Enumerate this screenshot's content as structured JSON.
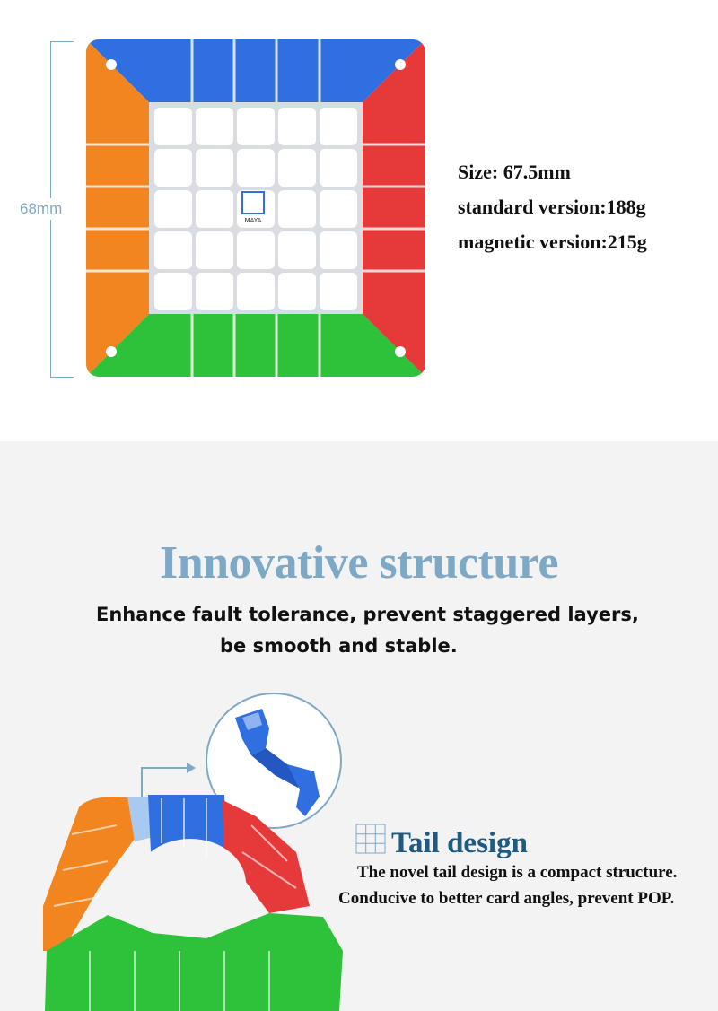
{
  "dimension": {
    "label": "68mm"
  },
  "specs": {
    "size": "Size: 67.5mm",
    "standard": "standard version:188g",
    "magnetic": "magnetic version:215g"
  },
  "logo": {
    "text": "MAYA"
  },
  "section": {
    "title": "Innovative structure",
    "line1": "Enhance fault tolerance, prevent staggered layers,",
    "line2": "be smooth and stable."
  },
  "tail": {
    "title": "Tail design",
    "line1": "The novel tail design is a compact structure.",
    "line2": "Conducive to better card angles, prevent POP."
  },
  "colors": {
    "blue": "#2f6fe0",
    "red": "#e63a3a",
    "orange": "#f2851f",
    "green": "#2ec23a",
    "heading": "#7ea9c6",
    "tail_title": "#1e5a82"
  }
}
